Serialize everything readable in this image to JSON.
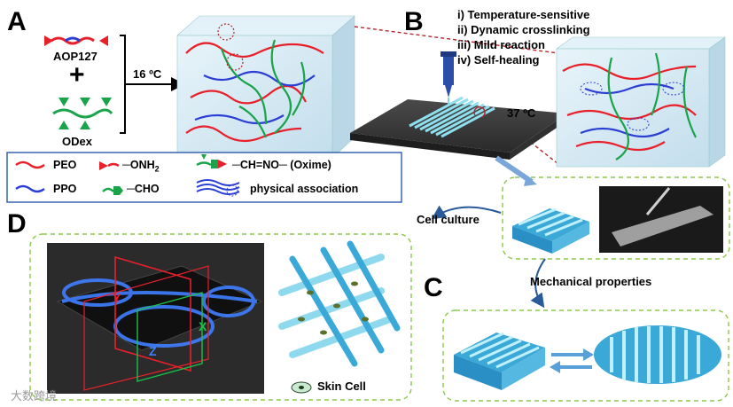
{
  "panels": {
    "a": "A",
    "b": "B",
    "c": "C",
    "d": "D"
  },
  "reactants": {
    "polymer1": "AOP127",
    "plus": "+",
    "polymer2": "ODex",
    "temp": "16 ºC"
  },
  "printing": {
    "conditions": [
      "i) Temperature-sensitive",
      "ii) Dynamic crosslinking",
      "iii) Mild reaction",
      "iv) Self-healing"
    ],
    "temp": "37 ºC"
  },
  "legend": {
    "peo": "PEO",
    "ppo": "PPO",
    "onh2_prefix": "─ONH",
    "onh2_sub": "2",
    "cho": "─CHO",
    "oxime": "─CH=NO─ (Oxime)",
    "physical": "physical association"
  },
  "arrows": {
    "cell_culture": "Cell culture",
    "mechanical": "Mechanical properties"
  },
  "microscopy": {
    "axis_y": "Y",
    "axis_x": "X",
    "axis_z": "Z"
  },
  "skin_cell": "Skin Cell",
  "watermark": "大数跨境",
  "colors": {
    "peo": "#e8202a",
    "ppo": "#2b3fd4",
    "dextran": "#1aa34a",
    "scaffold": "#7fd6ea",
    "scaffold_dark": "#2a9fd0",
    "dashed_box": "#8cc84b",
    "gel_block": "#cfe6f2",
    "dark_red_dash": "#b3272d"
  }
}
